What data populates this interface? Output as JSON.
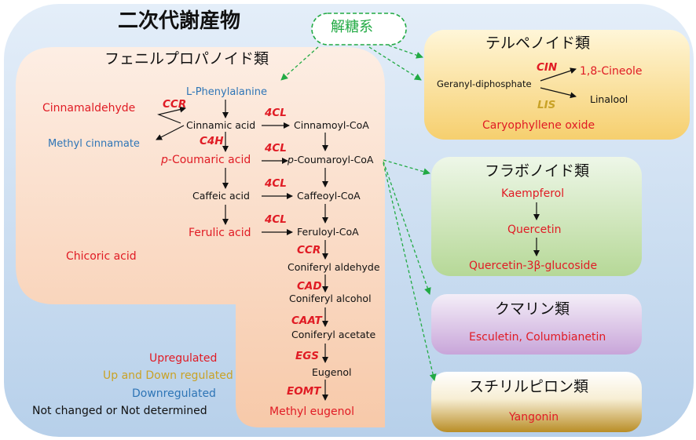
{
  "title": "二次代謝産物",
  "sugar_system": "解糖系",
  "phenylpropanoid": {
    "header": "フェニルプロパノイド類",
    "l_phenylalanine": "L-Phenylalanine",
    "cinnamaldehyde": "Cinnamaldehyde",
    "methyl_cinnamate": "Methyl cinnamate",
    "cinnamic_acid": "Cinnamic acid",
    "p_coumaric_prefix": "p",
    "p_coumaric_suffix": "-Coumaric acid",
    "caffeic_acid": "Caffeic acid",
    "ferulic_acid": "Ferulic acid",
    "chicoric_acid": "Chicoric acid",
    "cinnamoyl_coa": "Cinnamoyl-CoA",
    "p_coumaroyl_prefix": "p",
    "p_coumaroyl_suffix": "-Coumaroyl-CoA",
    "caffeoyl_coa": "Caffeoyl-CoA",
    "feruloyl_coa": "Feruloyl-CoA",
    "coniferyl_aldehyde": "Coniferyl aldehyde",
    "coniferyl_alcohol": "Coniferyl alcohol",
    "coniferyl_acetate": "Coniferyl acetate",
    "eugenol": "Eugenol",
    "methyl_eugenol": "Methyl eugenol",
    "enzymes": {
      "ccr1": "CCR",
      "c4h": "C4H",
      "cl1": "4CL",
      "cl2": "4CL",
      "cl3": "4CL",
      "cl4": "4CL",
      "ccr2": "CCR",
      "cad": "CAD",
      "caat": "CAAT",
      "egs": "EGS",
      "eomt": "EOMT"
    }
  },
  "terpenoid": {
    "header": "テルペノイド類",
    "geranyl": "Geranyl-diphosphate",
    "cin": "CIN",
    "cineole": "1,8-Cineole",
    "linalool": "Linalool",
    "lis": "LIS",
    "caryophyllene": "Caryophyllene oxide"
  },
  "flavonoid": {
    "header": "フラボノイド類",
    "kaempferol": "Kaempferol",
    "quercetin": "Quercetin",
    "glucoside": "Quercetin-3β-glucoside"
  },
  "coumarin": {
    "header": "クマリン類",
    "items": "Esculetin, Columbianetin"
  },
  "styrylpyrone": {
    "header": "スチリルピロン類",
    "items": "Yangonin"
  },
  "legend": {
    "up": "Upregulated",
    "updown": "Up and Down regulated",
    "down": "Downregulated",
    "none": "Not changed or Not determined"
  },
  "colors": {
    "upregulated": "#e01b24",
    "up_and_down": "#c9a227",
    "downregulated": "#2e75b6",
    "not_changed": "#111111",
    "arrow_dashed": "#22aa44"
  }
}
